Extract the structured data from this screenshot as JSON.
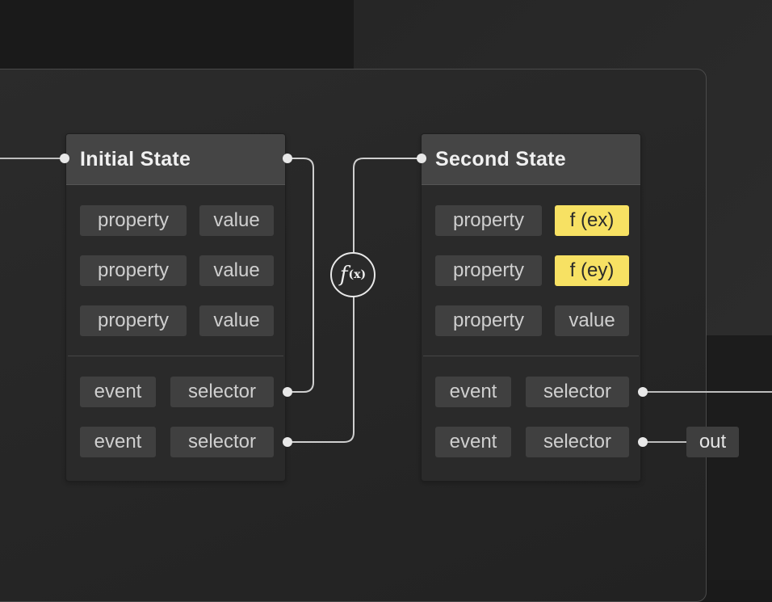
{
  "nodes": [
    {
      "title": "Initial State",
      "properties": [
        {
          "key": "property",
          "value": "value"
        },
        {
          "key": "property",
          "value": "value"
        },
        {
          "key": "property",
          "value": "value"
        }
      ],
      "events": [
        {
          "event": "event",
          "selector": "selector"
        },
        {
          "event": "event",
          "selector": "selector"
        }
      ]
    },
    {
      "title": "Second State",
      "properties": [
        {
          "key": "property",
          "value": "f (ex)",
          "highlight": true
        },
        {
          "key": "property",
          "value": "f (ey)",
          "highlight": true
        },
        {
          "key": "property",
          "value": "value"
        }
      ],
      "events": [
        {
          "event": "event",
          "selector": "selector"
        },
        {
          "event": "event",
          "selector": "selector"
        }
      ]
    }
  ],
  "function_node": {
    "symbol": "f",
    "argument": "(x)"
  },
  "output": {
    "label": "out"
  },
  "colors": {
    "background": "#1a1a1a",
    "node_body": "#2a2a2a",
    "node_header": "#454545",
    "chip": "#404040",
    "highlight": "#f7e163",
    "wire": "#cfcfcf"
  }
}
